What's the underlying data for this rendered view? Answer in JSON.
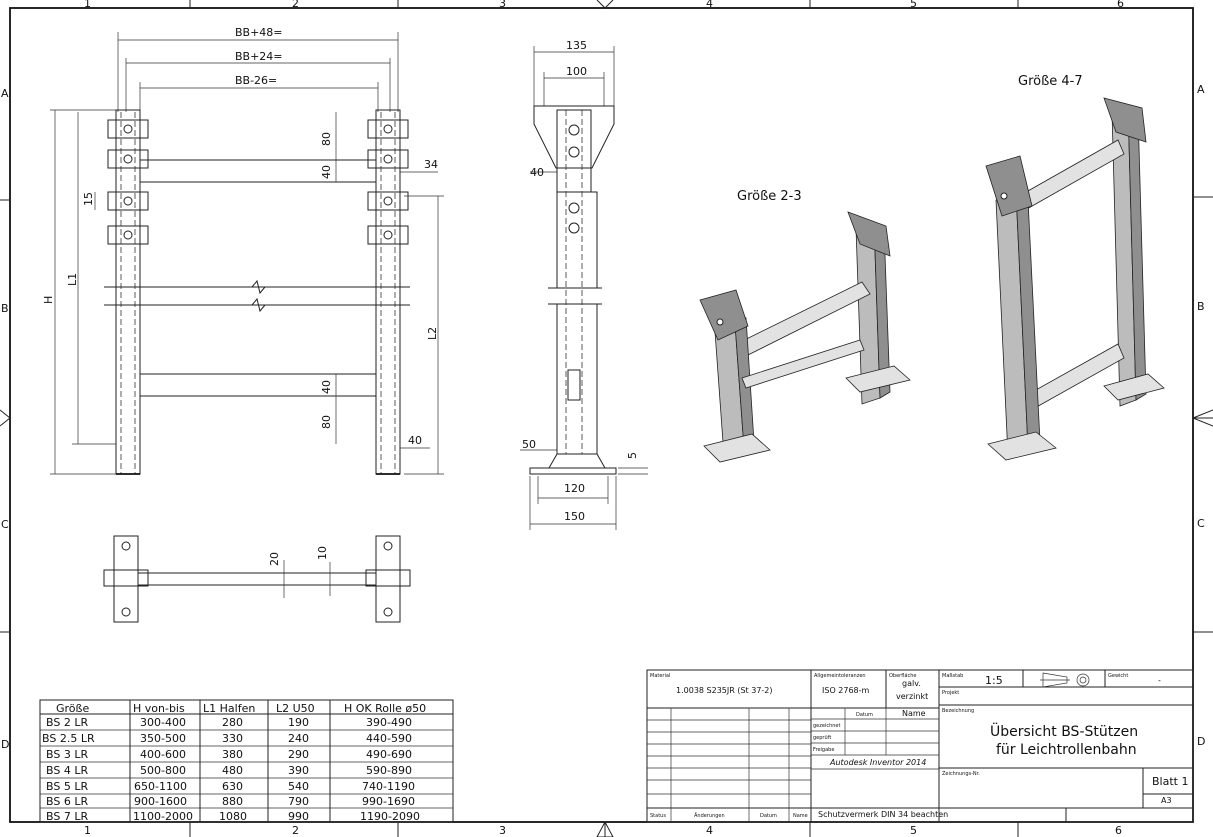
{
  "frame": {
    "cols": [
      "1",
      "2",
      "3",
      "4",
      "5",
      "6"
    ],
    "rows": [
      "A",
      "B",
      "C",
      "D"
    ]
  },
  "front_view": {
    "dim_bb48": "BB+48=",
    "dim_bb24": "BB+24=",
    "dim_bb26": "BB-26=",
    "dim_80_top": "80",
    "dim_40_top": "40",
    "dim_34": "34",
    "dim_15": "15",
    "dim_h": "H",
    "dim_l1": "L1",
    "dim_l2": "L2",
    "dim_40_bottom": "40",
    "dim_80_bottom": "80",
    "dim_40_right": "40"
  },
  "side_view": {
    "dim_135": "135",
    "dim_100": "100",
    "dim_40": "40",
    "dim_50": "50",
    "dim_5": "5",
    "dim_120": "120",
    "dim_150": "150"
  },
  "top_view": {
    "dim_20": "20",
    "dim_10": "10"
  },
  "iso_labels": {
    "small": "Größe 2-3",
    "large": "Größe 4-7"
  },
  "size_table": {
    "headers": [
      "Größe",
      "H von-bis",
      "L1 Halfen",
      "L2 U50",
      "H OK Rolle ø50"
    ],
    "rows": [
      [
        "BS 2 LR",
        "300-400",
        "280",
        "190",
        "390-490"
      ],
      [
        "BS 2.5 LR",
        "350-500",
        "330",
        "240",
        "440-590"
      ],
      [
        "BS 3 LR",
        "400-600",
        "380",
        "290",
        "490-690"
      ],
      [
        "BS 4 LR",
        "500-800",
        "480",
        "390",
        "590-890"
      ],
      [
        "BS 5 LR",
        "650-1100",
        "630",
        "540",
        "740-1190"
      ],
      [
        "BS 6 LR",
        "900-1600",
        "880",
        "790",
        "990-1690"
      ],
      [
        "BS 7 LR",
        "1100-2000",
        "1080",
        "990",
        "1190-2090"
      ]
    ]
  },
  "title_block": {
    "material_label": "Material",
    "material": "1.0038 S235JR (St 37-2)",
    "tolerance_label": "Allgemeintoleranzen",
    "tolerance": "ISO 2768-m",
    "surface_label": "Oberfläche",
    "surface_1": "galv.",
    "surface_2": "verzinkt",
    "scale_label": "Maßstab",
    "scale": "1:5",
    "weight_label": "Gewicht",
    "weight": "-",
    "project_label": "Projekt",
    "designation_label": "Bezeichnung",
    "title_1": "Übersicht BS-Stützen",
    "title_2": "für Leichtrollenbahn",
    "datum_label": "Datum",
    "name_label": "Name",
    "drawn_label": "gezeichnet",
    "checked_label": "geprüft",
    "released_label": "Freigabe",
    "software": "Autodesk Inventor 2014",
    "drawing_no_label": "Zeichnungs-Nr.",
    "sheet": "Blatt 1",
    "format": "A3",
    "status_label": "Status",
    "changes_label": "Änderungen",
    "date_label": "Datum",
    "name2_label": "Name",
    "protection": "Schutzvermerk DIN 34 beachten"
  }
}
